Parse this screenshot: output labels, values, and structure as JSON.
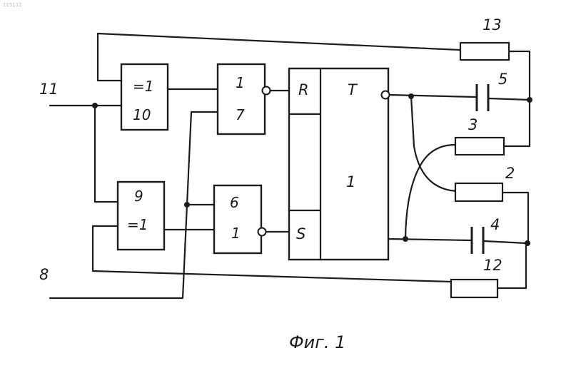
{
  "corner_mark": "115112",
  "caption": "Фиг. 1",
  "gates": {
    "xor_top": {
      "symbol": "=1",
      "number": "10"
    },
    "xor_bottom": {
      "number": "9",
      "symbol": "=1"
    },
    "or_top": {
      "symbol": "1",
      "number": "7"
    },
    "or_bottom": {
      "number": "6",
      "symbol": "1"
    }
  },
  "trigger": {
    "r_label": "R",
    "t_label": "T",
    "s_label": "S",
    "number": "1"
  },
  "terminals": {
    "input_top": "11",
    "input_bottom": "8"
  },
  "resistors": {
    "top": "13",
    "upper_right": "3",
    "lower_right": "2",
    "bottom": "12"
  },
  "capacitors": {
    "upper": "5",
    "lower": "4"
  }
}
